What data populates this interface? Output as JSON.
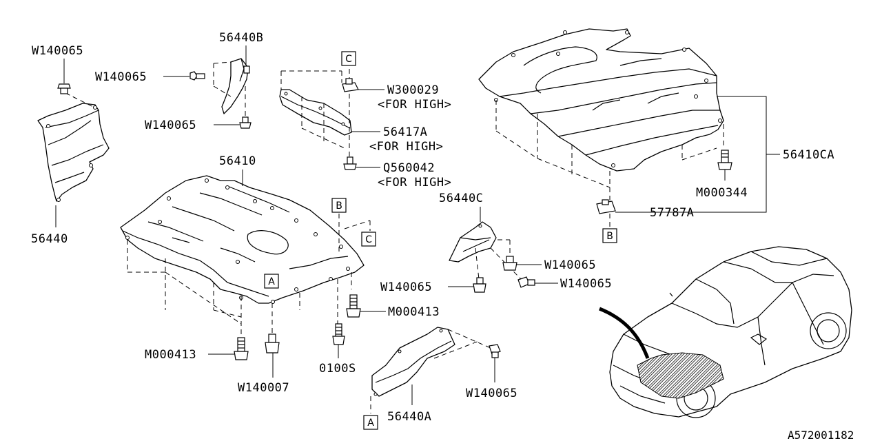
{
  "diagram": {
    "labels": {
      "w140065_a": "W140065",
      "w140065_b": "W140065",
      "w140065_c": "W140065",
      "p56440b": "56440B",
      "p56440": "56440",
      "p56410": "56410",
      "w300029": "W300029",
      "w300029_note": "<FOR HIGH>",
      "p56417a": "56417A",
      "p56417a_note": "<FOR HIGH>",
      "q560042": "Q560042",
      "q560042_note": "<FOR HIGH>",
      "p56410ca": "56410CA",
      "m000344": "M000344",
      "p57787a": "57787A",
      "p56440c": "56440C",
      "w140065_d": "W140065",
      "w140065_e": "W140065",
      "w140065_f": "W140065",
      "m000413_a": "M000413",
      "m000413_b": "M000413",
      "w140007": "W140007",
      "p0100s": "0100S",
      "p56440a": "56440A",
      "w140065_g": "W140065",
      "catalog_id": "A572001182"
    },
    "reference_marks": {
      "a1": "A",
      "a2": "A",
      "b1": "B",
      "b2": "B",
      "c1": "C",
      "c2": "C"
    }
  }
}
